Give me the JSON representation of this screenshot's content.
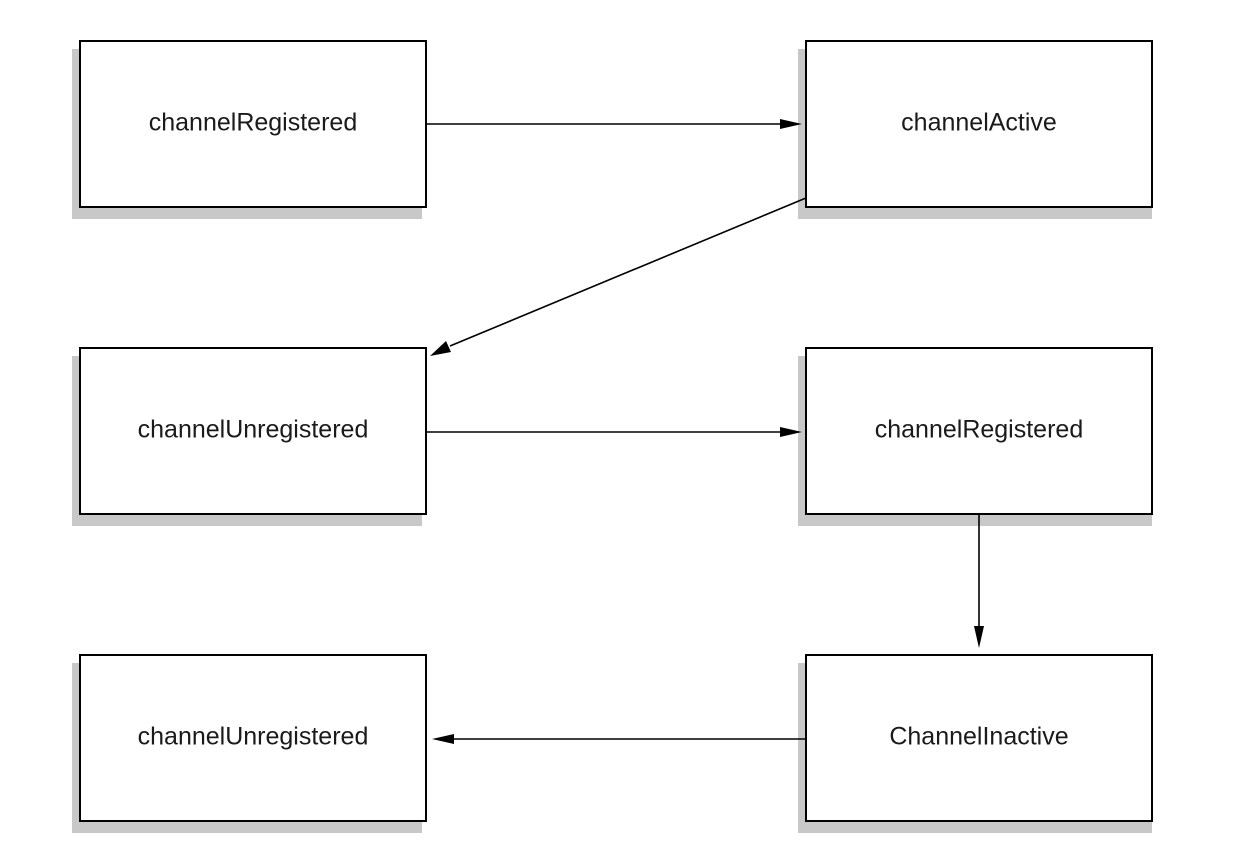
{
  "diagram": {
    "nodes": [
      {
        "id": "n1",
        "label": "channelRegistered"
      },
      {
        "id": "n2",
        "label": "channelActive"
      },
      {
        "id": "n3",
        "label": "channelUnregistered"
      },
      {
        "id": "n4",
        "label": "channelRegistered"
      },
      {
        "id": "n5",
        "label": "ChannelInactive"
      },
      {
        "id": "n6",
        "label": "channelUnregistered"
      }
    ],
    "edges": [
      {
        "from": "n1",
        "to": "n2"
      },
      {
        "from": "n2",
        "to": "n3"
      },
      {
        "from": "n3",
        "to": "n4"
      },
      {
        "from": "n4",
        "to": "n5"
      },
      {
        "from": "n5",
        "to": "n6"
      }
    ],
    "colors": {
      "box_stroke": "#000000",
      "box_fill": "#ffffff",
      "arrow": "#000000",
      "text": "#1a1a1a"
    }
  }
}
